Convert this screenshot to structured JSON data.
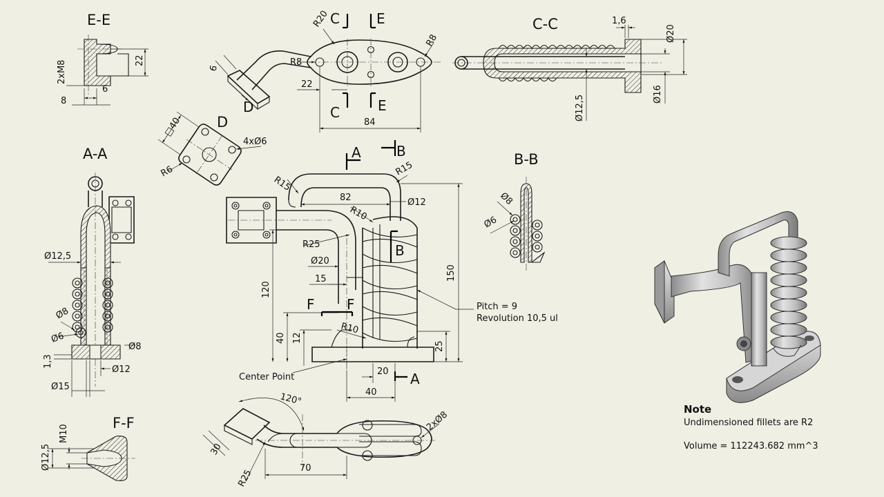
{
  "views": {
    "ee": "E-E",
    "aa": "A-A",
    "cc": "C-C",
    "d": "D",
    "bb": "B-B",
    "ff": "F-F"
  },
  "cut_marks": {
    "c": "C",
    "e": "E",
    "d": "D",
    "a": "A",
    "b": "B",
    "f": "F"
  },
  "dims": {
    "ee_22": "22",
    "ee_2xm8": "2xM8",
    "ee_6": "6",
    "ee_8": "8",
    "top_r20": "R20",
    "top_r8a": "R8",
    "top_r8b": "R8",
    "top_6": "6",
    "top_22": "22",
    "top_84": "84",
    "cc_16": "1,6",
    "cc_d20": "Ø20",
    "cc_d16": "Ø16",
    "cc_d125": "Ø12,5",
    "d_40": "□40",
    "d_4x6": "4xØ6",
    "d_r6": "R6",
    "aa_d125": "Ø12,5",
    "aa_d8": "Ø8",
    "aa_d6": "Ø6",
    "aa_d8b": "Ø8",
    "aa_13": "1,3",
    "aa_d12": "Ø12",
    "aa_d15": "Ø15",
    "front_r15a": "R15",
    "front_r15b": "R15",
    "front_82": "82",
    "front_d12": "Ø12",
    "front_r10a": "R10",
    "front_r25": "R25",
    "front_d20": "Ø20",
    "front_15": "15",
    "front_120": "120",
    "front_150": "150",
    "front_40": "40",
    "front_12": "12",
    "front_r10b": "R10",
    "front_25": "25",
    "front_20": "20",
    "front_40b": "40",
    "bb_d8": "Ø8",
    "bb_d6": "Ø6",
    "ff_m10": "M10",
    "ff_d125": "Ø12,5",
    "bot_120deg": "120°",
    "bot_30": "30",
    "bot_r25": "R25",
    "bot_70": "70",
    "bot_2xd8": "2xØ8"
  },
  "callouts": {
    "pitch": "Pitch = 9",
    "revolution": "Revolution 10,5 ul",
    "center_point": "Center Point"
  },
  "note": {
    "title": "Note",
    "line1": "Undimensioned fillets are R2",
    "volume": "Volume = 112243.682 mm^3"
  },
  "colors": {
    "paper": "#f0efe4",
    "ink": "#1a1a1a",
    "metal": "#c9c9c9"
  }
}
